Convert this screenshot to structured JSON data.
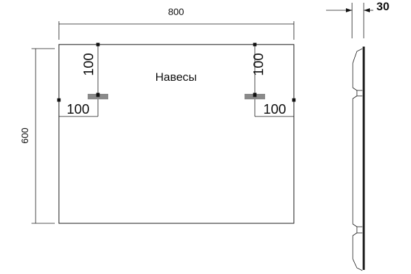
{
  "drawing": {
    "label_hinges": "Навесы",
    "dim_width": "800",
    "dim_height": "600",
    "dim_depth": "30",
    "dim_hinge_left_vertical": "100",
    "dim_hinge_left_horizontal": "100",
    "dim_hinge_right_vertical": "100",
    "dim_hinge_right_horizontal": "100"
  },
  "colors": {
    "line": "#111111",
    "hinge": "#8a8a8a"
  }
}
